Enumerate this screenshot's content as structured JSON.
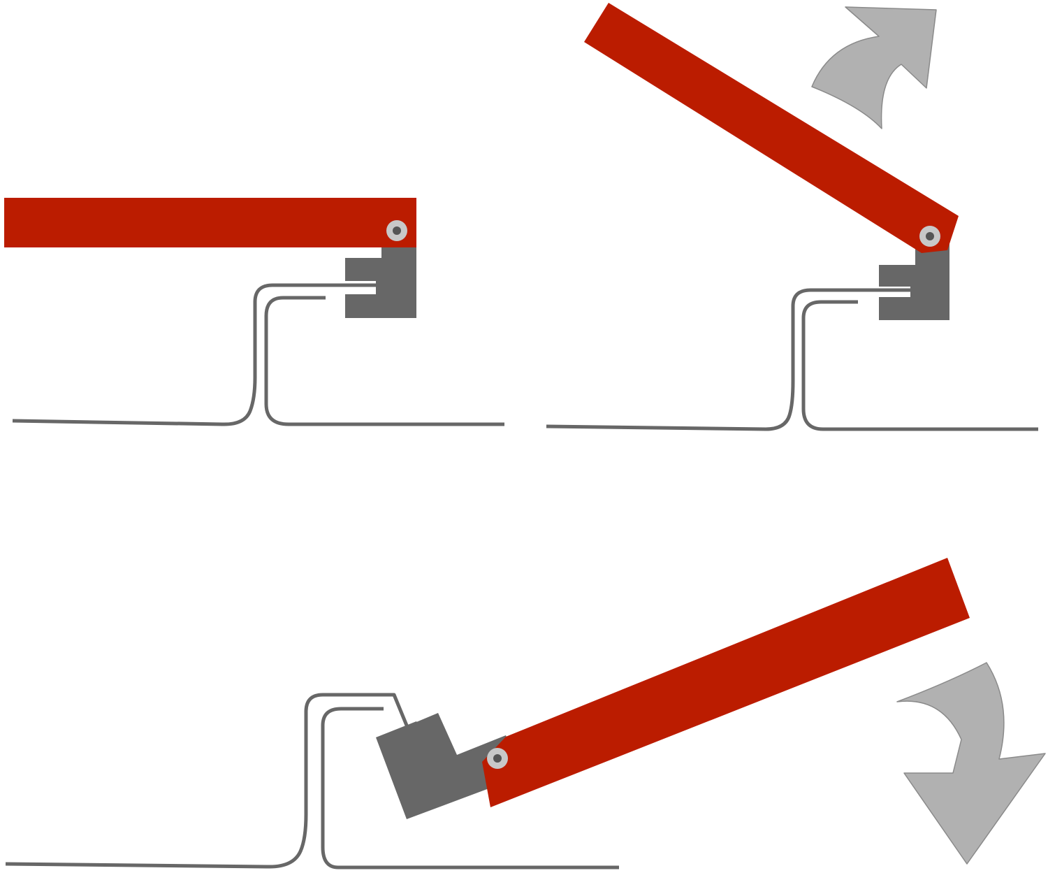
{
  "diagram": {
    "kind": "seam-folding-tool-sequence",
    "colors": {
      "background": "#ffffff",
      "handle": "#bb1c00",
      "clamp": "#676767",
      "pivot_ring": "#c8c8c8",
      "pivot_center": "#555555",
      "sheet_metal": "#676767",
      "arrow_fill": "#b1b1b1",
      "arrow_stroke": "#8a8a8a"
    },
    "panels": [
      {
        "id": "step-1",
        "handle_state": "flat",
        "arrow": "none"
      },
      {
        "id": "step-2",
        "handle_state": "raised",
        "arrow": "up"
      },
      {
        "id": "step-3",
        "handle_state": "lowered",
        "arrow": "down"
      }
    ]
  }
}
